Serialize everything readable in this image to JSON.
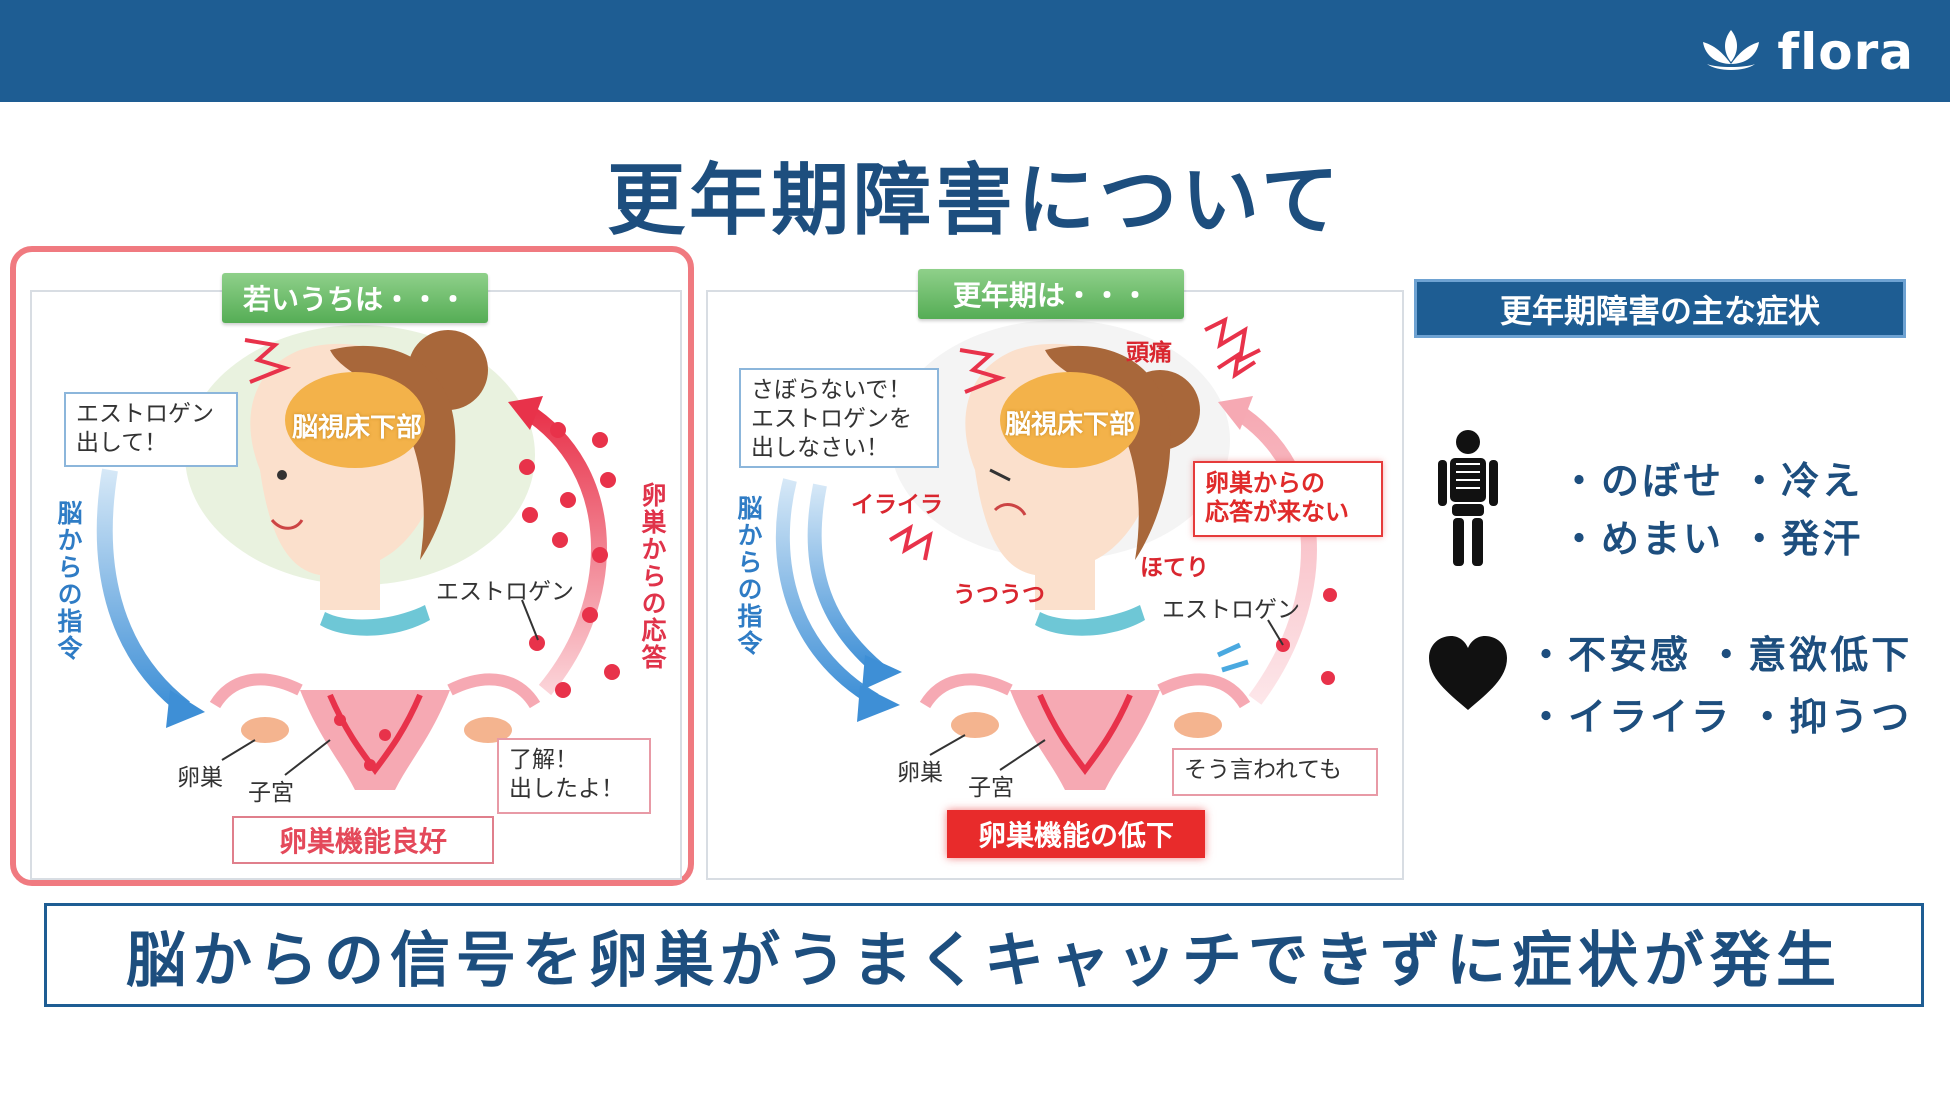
{
  "brand": {
    "name": "flora",
    "icon": "lotus-flower-icon"
  },
  "title": "更年期障害について",
  "young_panel": {
    "tag": "若いうちは・・・",
    "speech_brain": "エストロゲン\n出して！",
    "brain": "脳視床下部",
    "signal_label": "脳からの指令",
    "response_label": "卵巣からの応答",
    "estrogen": "エストロゲン",
    "ovary": "卵巣",
    "uterus": "子宮",
    "speech_ovary": "了解！\n出したよ！",
    "status": "卵巣機能良好"
  },
  "menopause_panel": {
    "tag": "更年期は・・・",
    "speech_brain": "さぼらないで！\nエストロゲンを\n出しなさい！",
    "brain": "脳視床下部",
    "headache": "頭痛",
    "irritation": "イライラ",
    "depression": "うつうつ",
    "hot_flash": "ほてり",
    "signal_label": "脳からの指令",
    "no_response": "卵巣からの\n応答が来ない",
    "estrogen": "エストロゲン",
    "ovary": "卵巣",
    "uterus": "子宮",
    "speech_ovary": "そう言われても",
    "status": "卵巣機能の低下"
  },
  "symptoms": {
    "header": "更年期障害の主な症状",
    "physical_icon": "skeleton-icon",
    "physical_line1": "・のぼせ ・冷え",
    "physical_line2": "・めまい ・発汗",
    "mental_icon": "heart-icon",
    "mental_line1": "・不安感 ・意欲低下",
    "mental_line2": "・イライラ ・抑うつ"
  },
  "conclusion": "脳からの信号を卵巣がうまくキャッチできずに症状が発生",
  "colors": {
    "header_blue": "#1e5d93",
    "title_blue": "#1d4e7e",
    "pink_border": "#f07a80",
    "alert_red": "#e82b2b",
    "tag_green": "#55ad55"
  }
}
